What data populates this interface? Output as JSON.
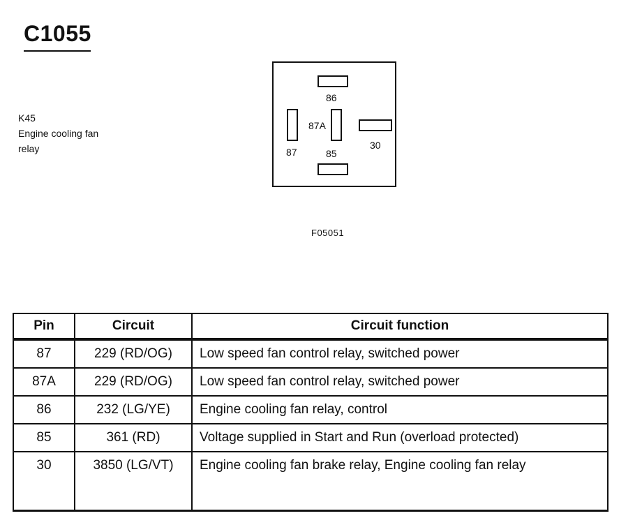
{
  "connector": {
    "title": "C1055"
  },
  "component": {
    "id": "K45",
    "name_line1": "Engine cooling fan",
    "name_line2": "relay"
  },
  "diagram": {
    "pins": {
      "p86": "86",
      "p87a": "87A",
      "p30": "30",
      "p87": "87",
      "p85": "85"
    },
    "figure_id": "F05051"
  },
  "table": {
    "headers": {
      "pin": "Pin",
      "circuit": "Circuit",
      "function": "Circuit function"
    },
    "rows": [
      {
        "pin": "87",
        "circuit": "229 (RD/OG)",
        "function": "Low speed fan control relay, switched power"
      },
      {
        "pin": "87A",
        "circuit": "229 (RD/OG)",
        "function": "Low speed fan control relay, switched power"
      },
      {
        "pin": "86",
        "circuit": "232 (LG/YE)",
        "function": "Engine cooling fan relay, control"
      },
      {
        "pin": "85",
        "circuit": "361 (RD)",
        "function": "Voltage supplied in Start and Run (overload protected)"
      },
      {
        "pin": "30",
        "circuit": "3850 (LG/VT)",
        "function": "Engine cooling fan brake relay, Engine cooling fan relay"
      }
    ]
  }
}
